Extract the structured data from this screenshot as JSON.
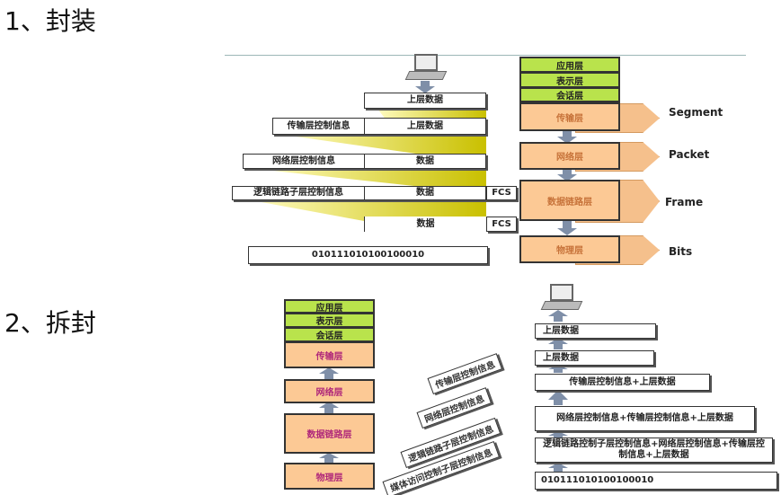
{
  "headings": {
    "encap": "1、封装",
    "decap": "2、拆封"
  },
  "encap": {
    "rows": [
      {
        "header": "",
        "data": "上层数据",
        "trailer": ""
      },
      {
        "header": "传输层控制信息",
        "data": "上层数据",
        "trailer": ""
      },
      {
        "header": "网络层控制信息",
        "data": "数据",
        "trailer": ""
      },
      {
        "header": "逻辑链路子层控制信息",
        "data": "数据",
        "trailer": "FCS"
      },
      {
        "header": "",
        "data": "数据",
        "trailer": "FCS"
      }
    ],
    "bits": "010111010100100010",
    "layers": [
      "应用层",
      "表示层",
      "会话层",
      "传输层",
      "网络层",
      "数据链路层",
      "物理层"
    ],
    "pdus": [
      "Segment",
      "Packet",
      "Frame",
      "Bits"
    ]
  },
  "decap": {
    "layers": [
      "应用层",
      "表示层",
      "会话层",
      "传输层",
      "网络层",
      "数据链路层",
      "物理层"
    ],
    "boxes": [
      "上层数据",
      "上层数据",
      "传输层控制信息+上层数据",
      "网络层控制信息+传输层控制信息+上层数据",
      "逻辑链路控制子层控制信息+网络层控制信息+传输层控制信息+上层数据"
    ],
    "bits": "010111010100100010",
    "tags": [
      "传输层控制信息",
      "网络层控制信息",
      "逻辑链路子层控制信息",
      "媒体访问控制子层控制信息"
    ]
  },
  "colors": {
    "green": "#b9e34c",
    "orange": "#fcc995",
    "yellow": "#d4cc00",
    "arrow": "#7f8fa8"
  }
}
